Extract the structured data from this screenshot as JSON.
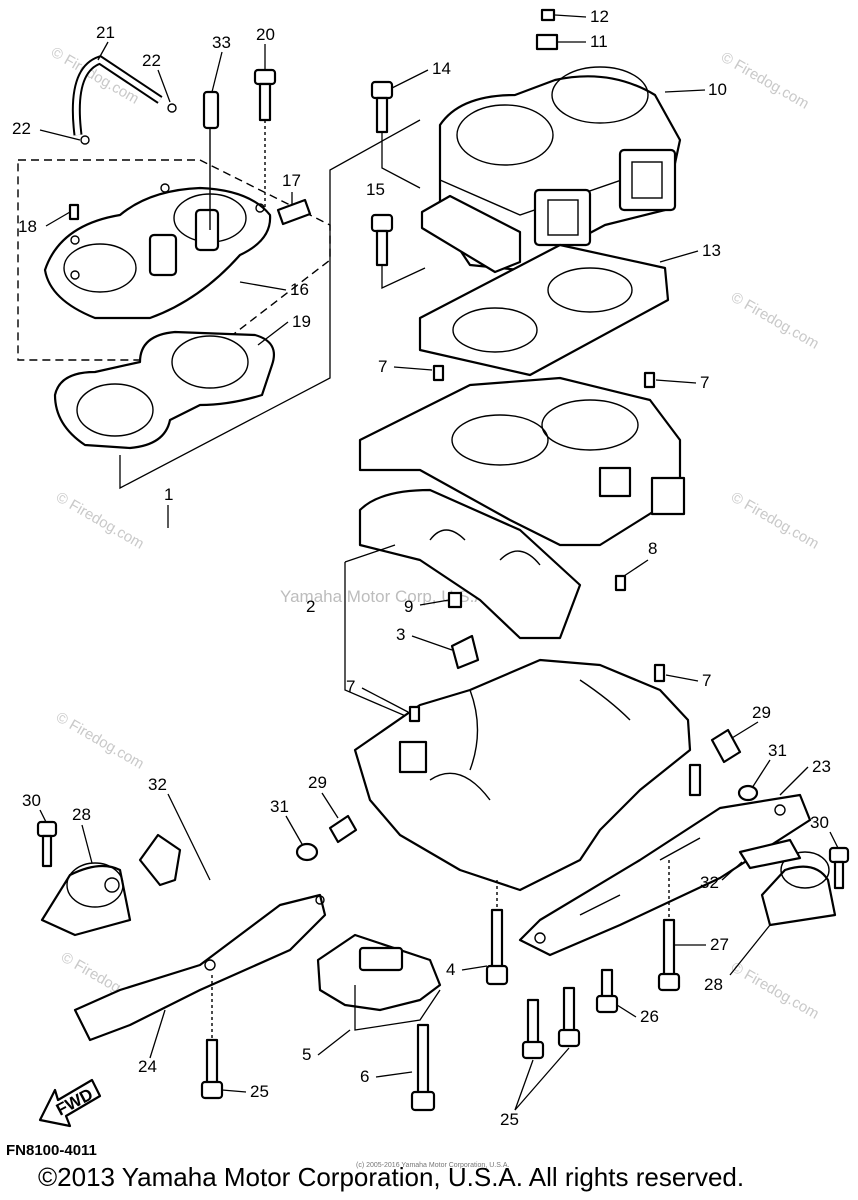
{
  "watermark_center": "Yamaha Motor Corp, U.S.A.",
  "watermark_site": "© Firedog.com",
  "fwd_badge": "FWD",
  "diagram_code": "FN8100-4011",
  "copyright": "©2013 Yamaha Motor Corporation, U.S.A. All rights reserved.",
  "copyright_small": "(c) 2005-2016 Yamaha Motor Corporation, U.S.A.",
  "callouts": [
    "1",
    "2",
    "3",
    "4",
    "5",
    "6",
    "7",
    "8",
    "9",
    "10",
    "11",
    "12",
    "13",
    "14",
    "15",
    "16",
    "17",
    "18",
    "19",
    "20",
    "21",
    "22",
    "23",
    "24",
    "25",
    "26",
    "27",
    "28",
    "29",
    "30",
    "31",
    "32",
    "33"
  ]
}
